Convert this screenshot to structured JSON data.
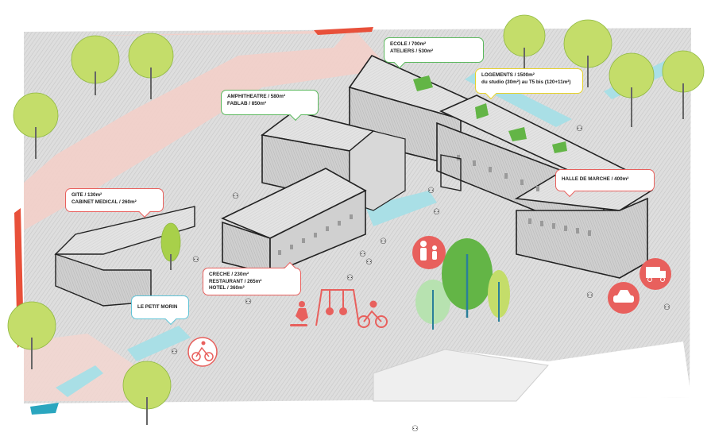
{
  "labels": {
    "ecole": [
      "ECOLE / 700m²",
      "ATELIERS / 530m²"
    ],
    "logements": [
      "LOGEMENTS / 1500m²",
      "du studio (30m²) au T5 bis (120+11m²)"
    ],
    "amphitheatre": [
      "AMPHITHEATRE / 580m²",
      "FABLAB / 850m²"
    ],
    "halle": [
      "HALLE DE MARCHE / 400m²"
    ],
    "gite": [
      "GITE / 130m²",
      "CABINET MEDICAL / 260m²"
    ],
    "creche": [
      "CRECHE / 230m²",
      "RESTAURANT / 265m²",
      "HOTEL / 360m²"
    ],
    "petit_morin": [
      "LE PETIT MORIN"
    ]
  },
  "colors": {
    "red": "#e8605d",
    "green": "#5bb85d",
    "yellow": "#e6d22b",
    "blue": "#5fc3d6",
    "tree_light": "#c4dd6a",
    "tree_dark": "#63b546",
    "water": "#a9dfe6",
    "road_pink": "#f3cfc9",
    "ground": "#e4e4e4",
    "building": "#d3d3d3"
  },
  "icons": [
    "family-icon",
    "truck-icon",
    "car-icon",
    "cyclist-icon",
    "skateboarder-icon",
    "swing-set-icon",
    "walking-people-icon"
  ]
}
